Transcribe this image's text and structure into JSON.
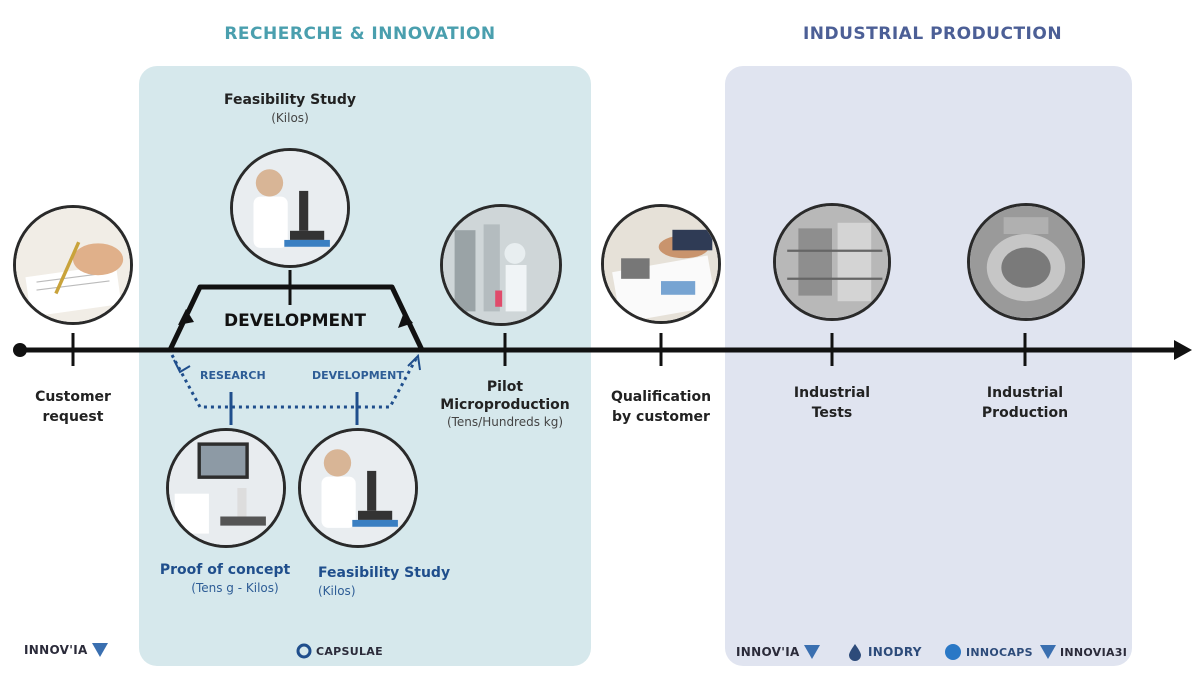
{
  "sections": {
    "rd_title": "RECHERCHE & INNOVATION",
    "industrial_title": "INDUSTRIAL PRODUCTION"
  },
  "colors": {
    "rd_panel": "#d6e8ec",
    "industrial_panel": "#e0e4f0",
    "rd_title": "#4a9fae",
    "industrial_title": "#4c5f96",
    "timeline": "#111111",
    "research_blue": "#1f4e8c"
  },
  "stages": {
    "customer_request": "Customer request",
    "feasibility_top": {
      "title": "Feasibility Study",
      "sub": "(Kilos)"
    },
    "development": "DEVELOPMENT",
    "pilot": {
      "title": "Pilot Microproduction",
      "sub": "(Tens/Hundreds kg)"
    },
    "qualification": "Qualification by customer",
    "industrial_tests": "Industrial Tests",
    "industrial_production": "Industrial Production"
  },
  "branch": {
    "research": "RESEARCH",
    "development": "DEVELOPMENT",
    "proof_of_concept": {
      "title": "Proof of concept",
      "sub": "(Tens g - Kilos)"
    },
    "feasibility": {
      "title": "Feasibility Study",
      "sub": "(Kilos)"
    }
  },
  "logos": {
    "innovia_left": "INNOV'IA",
    "capsulae": "CAPSULAE",
    "innovia_right": "INNOV'IA",
    "inodry": "INODRY",
    "innocaps": "INNOCAPS",
    "innovia3i": "INNOVIA3I"
  },
  "icons": [
    "writing-hand-icon",
    "microscope-icon",
    "lab-icon",
    "calculator-icon",
    "industrial-tank-icon",
    "dryer-icon"
  ]
}
